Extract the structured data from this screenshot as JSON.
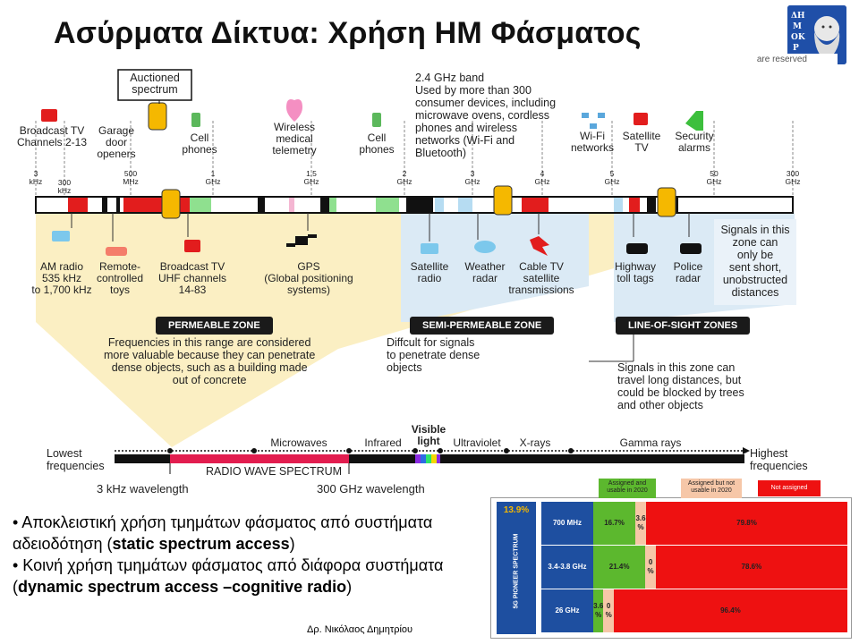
{
  "slide": {
    "title": "Ασύρματα Δίκτυα: Χρήση ΗΜ Φάσματος",
    "footer": "Δρ. Νικόλαος Δημητρίου",
    "bullets": [
      {
        "prefix": "• Αποκλειστική χρήση τμημάτων φάσματος από συστήματα αδειοδότηση (",
        "bold": "static spectrum access",
        "suffix": ")"
      },
      {
        "prefix": "• Κοινή χρήση τμημάτων φάσματος από διάφορα συστήματα  (",
        "bold": "dynamic spectrum access –cognitive radio",
        "suffix": ")"
      }
    ],
    "logo_text": "ΔΗΜΟΚΡΙΤΟΣ"
  },
  "diagram": {
    "top_cut_text": "are reserved",
    "auctioned": "Auctioned\nspectrum",
    "band_24": "2.4 GHz band\nUsed by more than 300\nconsumer devices, including\nmicrowave ovens, cordless\nphones and wireless\nnetworks (Wi-Fi and\nBluetooth)",
    "top_labels": [
      {
        "text": "Broadcast TV\nChannels 2-13",
        "icon": "tv-icon"
      },
      {
        "text": "Garage\ndoor\nopeners",
        "icon": ""
      },
      {
        "text": "Cell\nphones",
        "icon": "phone-icon"
      },
      {
        "text": "Wireless\nmedical\ntelemetry",
        "icon": "heart-icon"
      },
      {
        "text": "Cell\nphones",
        "icon": "phone-icon"
      },
      {
        "text": "Wi-Fi\nnetworks",
        "icon": "network-icon"
      },
      {
        "text": "Satellite\nTV",
        "icon": "tv-icon"
      },
      {
        "text": "Security\nalarms",
        "icon": "alarm-icon"
      }
    ],
    "ticks": [
      {
        "v": "3\nkHz"
      },
      {
        "v": "300\nkHz"
      },
      {
        "v": "500\nMHz"
      },
      {
        "v": "1\nGHz"
      },
      {
        "v": "1.5\nGHz"
      },
      {
        "v": "2\nGHz"
      },
      {
        "v": "3\nGHz"
      },
      {
        "v": "4\nGHz"
      },
      {
        "v": "5\nGHz"
      },
      {
        "v": "50\nGHz"
      },
      {
        "v": "300\nGHz"
      }
    ],
    "bottom_labels": [
      {
        "text": "AM radio\n535 kHz\nto 1,700 kHz",
        "icon": "radio-icon"
      },
      {
        "text": "Remote-\ncontrolled\ntoys",
        "icon": "car-icon"
      },
      {
        "text": "Broadcast TV\nUHF channels\n14-83",
        "icon": "tv-icon"
      },
      {
        "text": "GPS\n(Global positioning\nsystems)",
        "icon": "satellite-icon"
      },
      {
        "text": "Satellite\nradio",
        "icon": "radio-icon"
      },
      {
        "text": "Weather\nradar",
        "icon": "cloud-icon"
      },
      {
        "text": "Cable TV\nsatellite\ntransmissions",
        "icon": "satellite-icon"
      },
      {
        "text": "Highway\ntoll tags",
        "icon": "car-icon"
      },
      {
        "text": "Police\nradar",
        "icon": "police-icon"
      }
    ],
    "short_distance": "Signals in this\nzone can\nonly be\nsent short,\nunobstructed\ndistances",
    "zones": [
      {
        "name": "PERMEABLE ZONE",
        "text": "Frequencies in this range are considered\nmore valuable because they can penetrate\ndense objects, such as a building made\nout of concrete"
      },
      {
        "name": "SEMI-PERMEABLE ZONE",
        "text": "Diffcult for signals\nto penetrate dense\nobjects"
      },
      {
        "name": "LINE-OF-SIGHT ZONES",
        "text": "Signals in this zone can\ntravel long distances, but\ncould be blocked by trees\nand other objects"
      }
    ],
    "spectrum": {
      "lowest": "Lowest\nfrequencies",
      "highest": "Highest\nfrequencies",
      "bands": [
        "Microwaves",
        "Infrared",
        "Visible\nlight",
        "Ultraviolet",
        "X-rays",
        "Gamma rays"
      ],
      "radio_label": "RADIO WAVE SPECTRUM",
      "wl_left": "3 kHz wavelength",
      "wl_right": "300 GHz wavelength"
    }
  },
  "pioneer": {
    "side_pct": "13.9%",
    "side_label": "5G PIONEER SPECTRUM",
    "legend": [
      {
        "text": "Assigned and\nusable in 2020",
        "color": "#5cb82e"
      },
      {
        "text": "Assigned but not\nusable in 2020",
        "color": "#f6c7a8"
      },
      {
        "text": "Not assigned",
        "color": "#ee1111"
      }
    ],
    "colors": {
      "blue": "#1e4fa0",
      "green": "#5cb82e",
      "peach": "#f6c7a8",
      "red": "#ee1111"
    },
    "rows": [
      {
        "band": "700 MHz",
        "green": "16.7%",
        "peach": "3.6\n%",
        "red": "79.8%",
        "g": 16.7,
        "p": 3.6,
        "r": 79.8
      },
      {
        "band": "3.4-3.8 GHz",
        "green": "21.4%",
        "peach": "0\n%",
        "red": "78.6%",
        "g": 21.4,
        "p": 0.0,
        "r": 78.6
      },
      {
        "band": "26 GHz",
        "green": "3.6\n%",
        "peach": "0\n%",
        "red": "96.4%",
        "g": 3.6,
        "p": 0.0,
        "r": 96.4
      }
    ]
  }
}
